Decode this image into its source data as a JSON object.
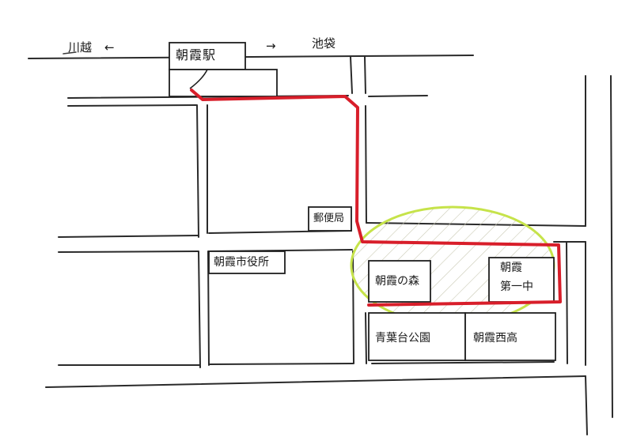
{
  "directions": {
    "west": "川越",
    "west_arrow": "←",
    "east_arrow": "→",
    "east": "池袋"
  },
  "places": {
    "station": "朝霞駅",
    "post_office": "郵便局",
    "city_hall": "朝霞市役所",
    "forest": "朝霞の森",
    "school_line1": "朝霞",
    "school_line2": "第一中",
    "park": "青葉台公園",
    "high_school": "朝霞西高"
  },
  "colors": {
    "route": "#d81e2a",
    "zone_outline": "#c6e34a",
    "zone_hatch": "#c9c9b4"
  }
}
